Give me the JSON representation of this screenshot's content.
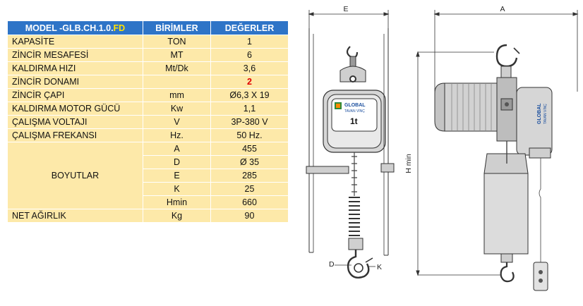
{
  "table": {
    "header": {
      "model_prefix": "MODEL -GLB.CH.1.0.",
      "model_suffix": "FD",
      "units": "BİRİMLER",
      "values": "DEĞERLER"
    },
    "rows": [
      {
        "label": "KAPASİTE",
        "unit": "TON",
        "value": "1"
      },
      {
        "label": "ZİNCİR MESAFESİ",
        "unit": "MT",
        "value": "6"
      },
      {
        "label": "KALDIRMA HIZI",
        "unit": "Mt/Dk",
        "value": "3,6"
      },
      {
        "label": "ZİNCİR DONAMI",
        "unit": "",
        "value": "2"
      },
      {
        "label": "ZİNCİR ÇAPI",
        "unit": "mm",
        "value": "Ø6,3 X 19"
      },
      {
        "label": "KALDIRMA  MOTOR GÜCÜ",
        "unit": "Kw",
        "value": "1,1"
      },
      {
        "label": "ÇALIŞMA VOLTAJI",
        "unit": "V",
        "value": "3P-380 V"
      },
      {
        "label": "ÇALIŞMA FREKANSI",
        "unit": "Hz.",
        "value": "50 Hz."
      }
    ],
    "dimensions": {
      "label": "BOYUTLAR",
      "items": [
        {
          "unit": "A",
          "value": "455"
        },
        {
          "unit": "D",
          "value": "Ø 35"
        },
        {
          "unit": "E",
          "value": "285"
        },
        {
          "unit": "K",
          "value": "25"
        },
        {
          "unit": "Hmin",
          "value": "660"
        }
      ]
    },
    "weight": {
      "label": "NET AĞIRLIK",
      "unit": "Kg",
      "value": "90"
    }
  },
  "drawing": {
    "labels": {
      "e": "E",
      "a": "A",
      "h": "H min",
      "d": "D",
      "k": "K"
    },
    "brand": {
      "name": "GLOBAL",
      "sub": "TAVAN VİNÇ",
      "capacity": "1t"
    }
  },
  "colors": {
    "header_bg": "#2e74c7",
    "row_bg": "#fde9a9",
    "accent_yellow": "#ffe100",
    "accent_red": "#e00000"
  }
}
